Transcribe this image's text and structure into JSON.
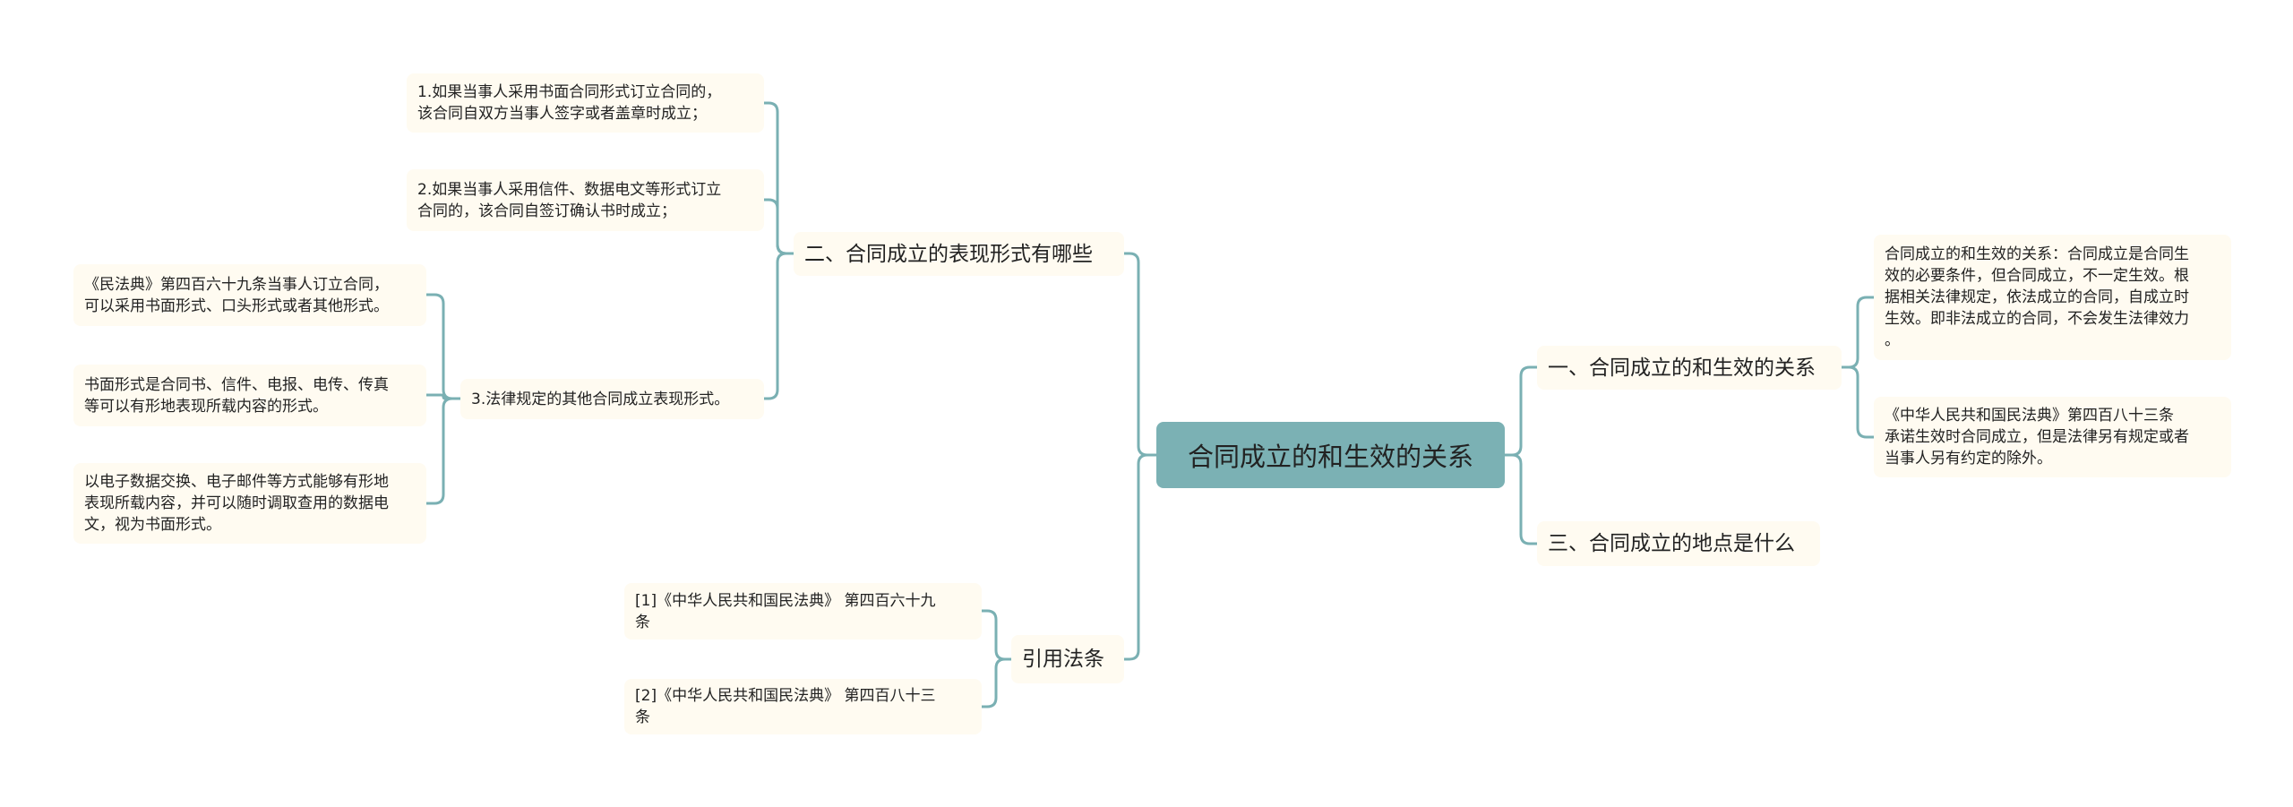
{
  "colors": {
    "line": "#7ab0b3",
    "root_bg": "#7bb1b4",
    "node_bg": "#fffbf1"
  },
  "root": {
    "label": "合同成立的和生效的关系"
  },
  "right": {
    "branch1": {
      "label": "一、合同成立的和生效的关系",
      "children": [
        "合同成立的和生效的关系：合同成立是合同生\n效的必要条件，但合同成立，不一定生效。根\n据相关法律规定，依法成立的合同，自成立时\n生效。即非法成立的合同，不会发生法律效力\n。",
        "《中华人民共和国民法典》第四百八十三条\n承诺生效时合同成立，但是法律另有规定或者\n当事人另有约定的除外。"
      ]
    },
    "branch3": {
      "label": "三、合同成立的地点是什么"
    }
  },
  "left": {
    "branch2": {
      "label": "二、合同成立的表现形式有哪些",
      "children": [
        "1.如果当事人采用书面合同形式订立合同的，\n该合同自双方当事人签字或者盖章时成立；",
        "2.如果当事人采用信件、数据电文等形式订立\n合同的，该合同自签订确认书时成立；",
        "3.法律规定的其他合同成立表现形式。"
      ],
      "sub": [
        "《民法典》第四百六十九条当事人订立合同，\n可以采用书面形式、口头形式或者其他形式。",
        "书面形式是合同书、信件、电报、电传、传真\n等可以有形地表现所载内容的形式。",
        "以电子数据交换、电子邮件等方式能够有形地\n表现所载内容，并可以随时调取查用的数据电\n文，视为书面形式。"
      ]
    },
    "refs": {
      "label": "引用法条",
      "children": [
        "[1]《中华人民共和国民法典》 第四百六十九\n条",
        "[2]《中华人民共和国民法典》 第四百八十三\n条"
      ]
    }
  }
}
